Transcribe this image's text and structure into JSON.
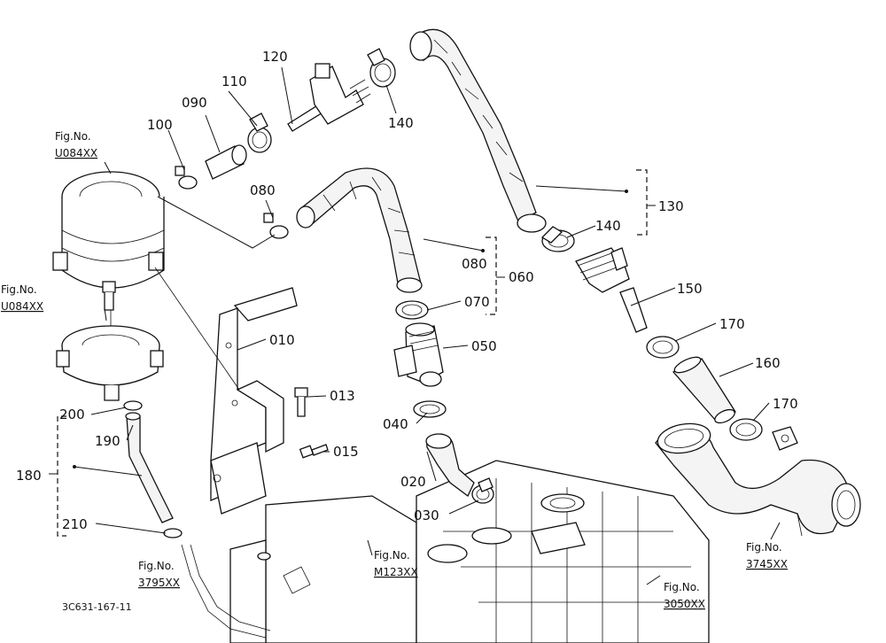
{
  "labels": {
    "p010": "010",
    "p013": "013",
    "p015": "015",
    "p020": "020",
    "p030": "030",
    "p040": "040",
    "p050": "050",
    "p060": "060",
    "p070": "070",
    "p080a": "080",
    "p080b": "080",
    "p090": "090",
    "p100": "100",
    "p110": "110",
    "p120": "120",
    "p130": "130",
    "p140a": "140",
    "p140b": "140",
    "p150": "150",
    "p160": "160",
    "p170a": "170",
    "p170b": "170",
    "p180": "180",
    "p190": "190",
    "p200": "200",
    "p210": "210"
  },
  "fig_refs": {
    "u084_top": {
      "title": "Fig.No.",
      "code": "U084XX"
    },
    "u084_mid": {
      "title": "Fig.No.",
      "code": "U084XX"
    },
    "r3795": {
      "title": "Fig.No.",
      "code": "3795XX"
    },
    "m123": {
      "title": "Fig.No.",
      "code": "M123XX"
    },
    "r3050": {
      "title": "Fig.No.",
      "code": "3050XX"
    },
    "r3745": {
      "title": "Fig.No.",
      "code": "3745XX"
    }
  },
  "drawing_code": "3C631-167-11"
}
